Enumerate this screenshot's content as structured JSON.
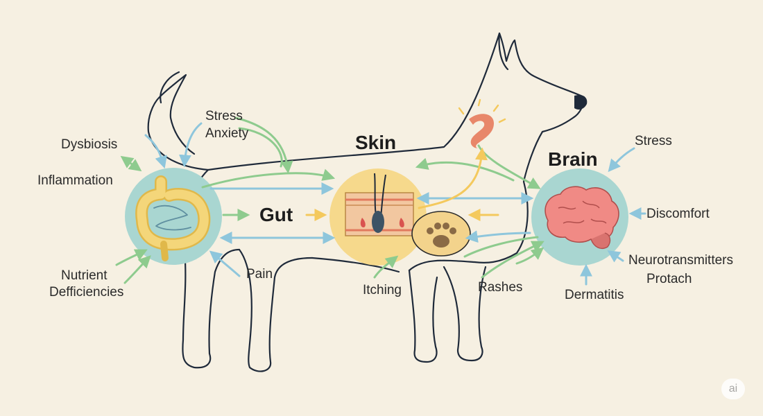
{
  "nodes": {
    "gut": "Gut",
    "skin": "Skin",
    "brain": "Brain"
  },
  "labels": {
    "stress_top": "Stress",
    "anxiety": "Anxiety",
    "dysbiosis": "Dysbiosis",
    "inflammation": "Inflammation",
    "nutrient": "Nutrient",
    "deficiencies": "Defficiencies",
    "pain": "Pain",
    "itching": "Itching",
    "rashes": "Rashes",
    "stress_right": "Stress",
    "discomfort": "Discomfort",
    "neurotransmitters": "Neurotransmitters",
    "protach": "Protach",
    "dermatitis": "Dermatitis"
  },
  "badge": "ai",
  "colors": {
    "background": "#f6f0e2",
    "teal_circle": "#a9d6d1",
    "skin_circle": "#f6d98c",
    "green_arrow": "#8ecb8e",
    "blue_arrow": "#8ec6dc",
    "yellow_arrow": "#f4c95d",
    "outline": "#1f2a3a",
    "brain": "#f08a85",
    "stomach": "#e8876a"
  },
  "icons": [
    "intestine-icon",
    "skin-layer-icon",
    "paw-icon",
    "brain-icon",
    "stomach-icon"
  ]
}
